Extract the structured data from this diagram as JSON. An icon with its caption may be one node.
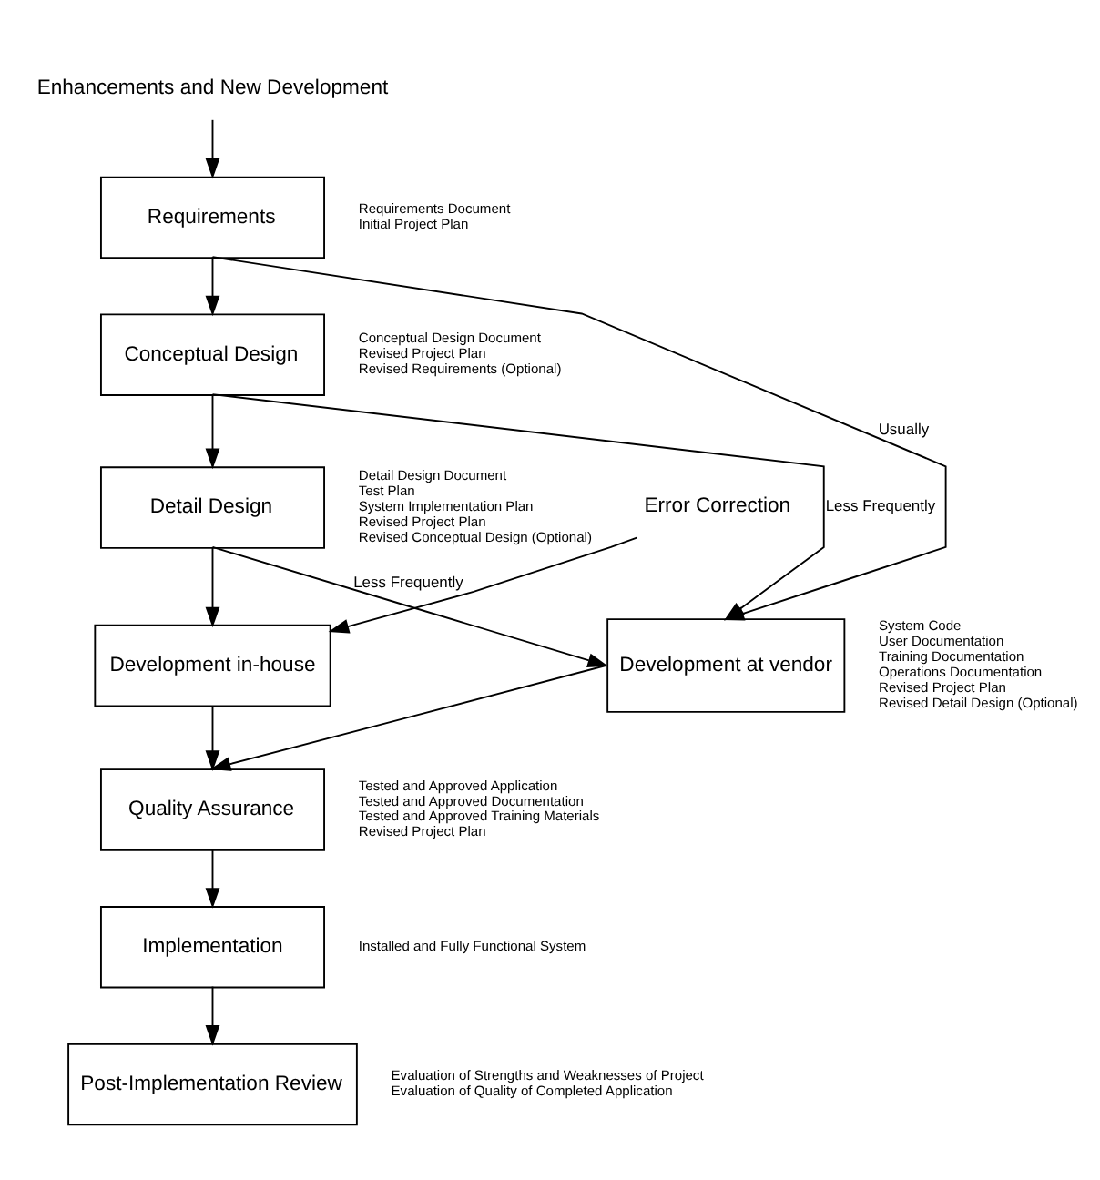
{
  "diagram": {
    "nodes": [
      {
        "text": [
          "Enhancements and New Development"
        ]
      },
      {
        "text": [
          "Requirements"
        ],
        "beside": [
          "Requirements Document",
          "Initial Project Plan"
        ]
      },
      {
        "text": [
          "Conceptual Design"
        ],
        "beside": [
          "Conceptual Design Document",
          "Revised Project Plan",
          "Revised Requirements (Optional)"
        ]
      },
      {
        "text": [
          "Detail Design"
        ],
        "beside": [
          "Detail Design Document",
          "Test Plan",
          "System Implementation Plan",
          "Revised Project Plan",
          "Revised Conceptual Design (Optional)"
        ]
      },
      {
        "text": [
          "Error Correction"
        ]
      },
      {
        "text": [
          "Development in-house"
        ]
      },
      {
        "text": [
          "Development at vendor"
        ],
        "beside": [
          "System Code",
          "User Documentation",
          "Training Documentation",
          "Operations Documentation",
          "Revised Project Plan",
          "Revised Detail Design (Optional)"
        ]
      },
      {
        "text": [
          "Quality Assurance"
        ],
        "beside": [
          "Tested and Approved Application",
          "Tested and Approved Documentation",
          "Tested and Approved Training Materials",
          "Revised Project Plan"
        ]
      },
      {
        "text": [
          "Implementation"
        ],
        "beside": [
          "Installed and Fully Functional System"
        ]
      },
      {
        "text": [
          "Post-Implementation Review"
        ],
        "beside": [
          "Evaluation of Strengths and Weaknesses of Project",
          "Evaluation of Quality of Completed Application"
        ]
      }
    ],
    "edges": [
      {
        "from": 0,
        "to": 1,
        "arrow": "to"
      },
      {
        "from": 1,
        "to": 2,
        "arrow": "to"
      },
      {
        "from": 1,
        "to": 6,
        "arrow": "to",
        "label": "Usually"
      },
      {
        "from": 2,
        "to": 3,
        "arrow": "to"
      },
      {
        "from": 2,
        "to": 6,
        "arrow": "to",
        "label": "Less Frequently"
      },
      {
        "from": 3,
        "to": 5,
        "arrow": "to"
      },
      {
        "from": 3,
        "to": 6,
        "arrow": "to",
        "label": "Less Frequently"
      },
      {
        "from": 4,
        "to": 5,
        "arrow": "to"
      },
      {
        "from": 6,
        "to": 7,
        "arrow": "to"
      },
      {
        "from": 5,
        "to": 7,
        "arrow": "to"
      },
      {
        "from": 7,
        "to": 8,
        "arrow": "to"
      },
      {
        "from": 8,
        "to": 9,
        "arrow": "to"
      }
    ]
  }
}
